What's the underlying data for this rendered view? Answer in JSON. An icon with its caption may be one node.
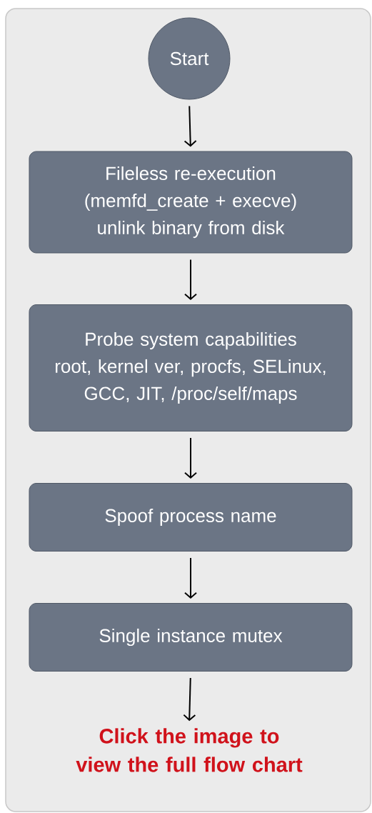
{
  "diagram": {
    "nodes": [
      {
        "text": [
          "Start"
        ]
      },
      {
        "text": [
          "Fileless re-execution (memfd_create + execve)",
          "unlink binary from disk"
        ]
      },
      {
        "text": [
          "Probe system capabilities",
          "root, kernel ver, procfs, SELinux, GCC, JIT, /proc/self/maps"
        ]
      },
      {
        "text": [
          "Spoof process name"
        ]
      },
      {
        "text": [
          "Single instance mutex"
        ]
      },
      {
        "text": [
          "Click the image to view the full flow chart"
        ]
      }
    ],
    "edges": [
      {
        "from": 0,
        "to": 1,
        "arrow": "to"
      },
      {
        "from": 1,
        "to": 2,
        "arrow": "to"
      },
      {
        "from": 2,
        "to": 3,
        "arrow": "to"
      },
      {
        "from": 3,
        "to": 4,
        "arrow": "to"
      },
      {
        "from": 4,
        "to": 5,
        "arrow": "to"
      }
    ]
  }
}
